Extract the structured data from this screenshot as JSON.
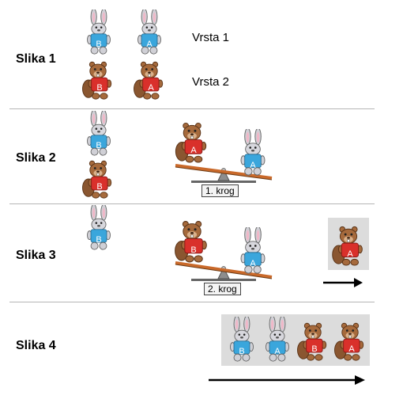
{
  "slike": {
    "s1": "Slika 1",
    "s2": "Slika 2",
    "s3": "Slika 3",
    "s4": "Slika 4"
  },
  "vrste": {
    "v1": "Vrsta 1",
    "v2": "Vrsta 2"
  },
  "krogi": {
    "k1": "1. krog",
    "k2": "2. krog"
  },
  "letters": {
    "a": "A",
    "b": "B"
  },
  "colors": {
    "rabbit_shirt": "#3aa6dc",
    "beaver_shirt": "#d9302b",
    "rabbit_fur": "#c9c9cf",
    "beaver_fur": "#a66a3c",
    "grey_box": "#dcdcdc",
    "seesaw_plank": "#c9692a"
  }
}
